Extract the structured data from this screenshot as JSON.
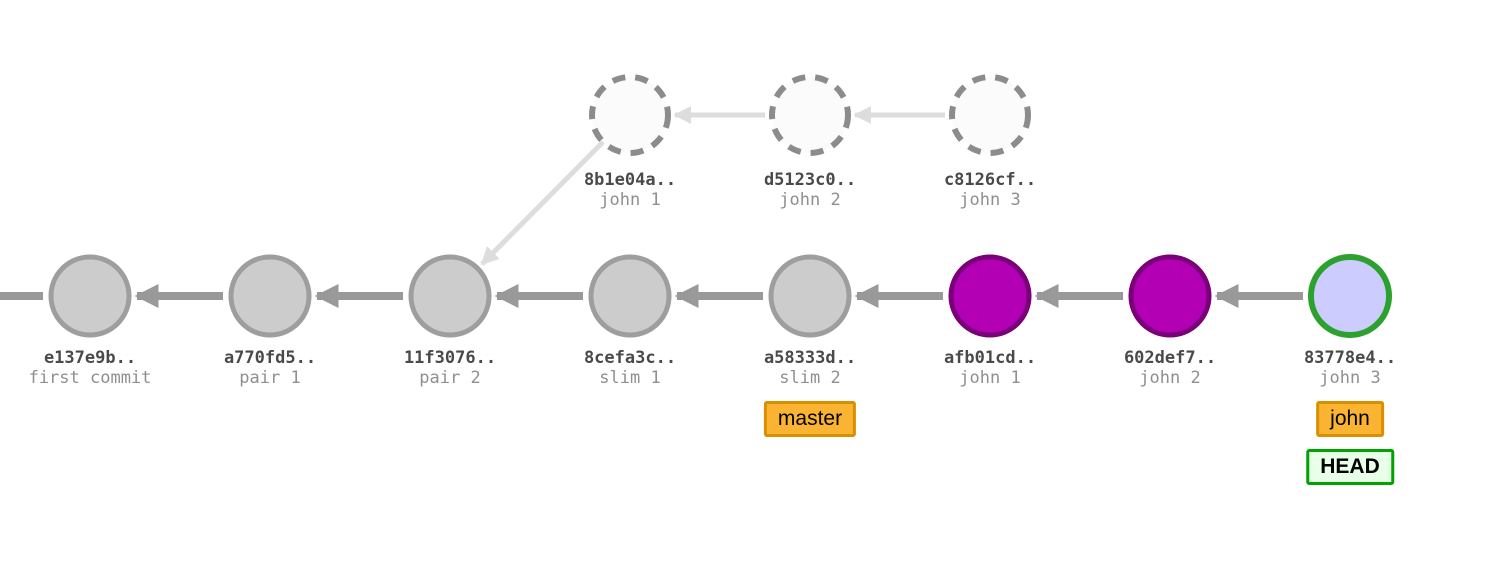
{
  "graph": {
    "ghost_commits": [
      {
        "id": "8b1e04a..",
        "message": "john 1"
      },
      {
        "id": "d5123c0..",
        "message": "john 2"
      },
      {
        "id": "c8126cf..",
        "message": "john 3"
      }
    ],
    "commits": [
      {
        "id": "e137e9b..",
        "message": "first commit"
      },
      {
        "id": "a770fd5..",
        "message": "pair 1"
      },
      {
        "id": "11f3076..",
        "message": "pair 2"
      },
      {
        "id": "8cefa3c..",
        "message": "slim 1"
      },
      {
        "id": "a58333d..",
        "message": "slim 2"
      },
      {
        "id": "afb01cd..",
        "message": "john 1"
      },
      {
        "id": "602def7..",
        "message": "john 2"
      },
      {
        "id": "83778e4..",
        "message": "john 3"
      }
    ],
    "tags": {
      "master": "master",
      "john": "john",
      "head": "HEAD"
    },
    "colors": {
      "commit_fill": "#cccccc",
      "commit_stroke": "#9e9e9e",
      "rebased_fill": "#b400b4",
      "rebased_stroke": "#7a007a",
      "head_commit_fill": "#ccccff",
      "head_commit_stroke": "#2da12d",
      "ghost_stroke": "#8c8c8c",
      "arrow": "#999999",
      "ghost_arrow": "#dddddd",
      "branch_tag_fill": "#fbb431",
      "branch_tag_border": "#d89000",
      "head_tag_fill": "#e8ffe8",
      "head_tag_border": "#00a400"
    }
  }
}
